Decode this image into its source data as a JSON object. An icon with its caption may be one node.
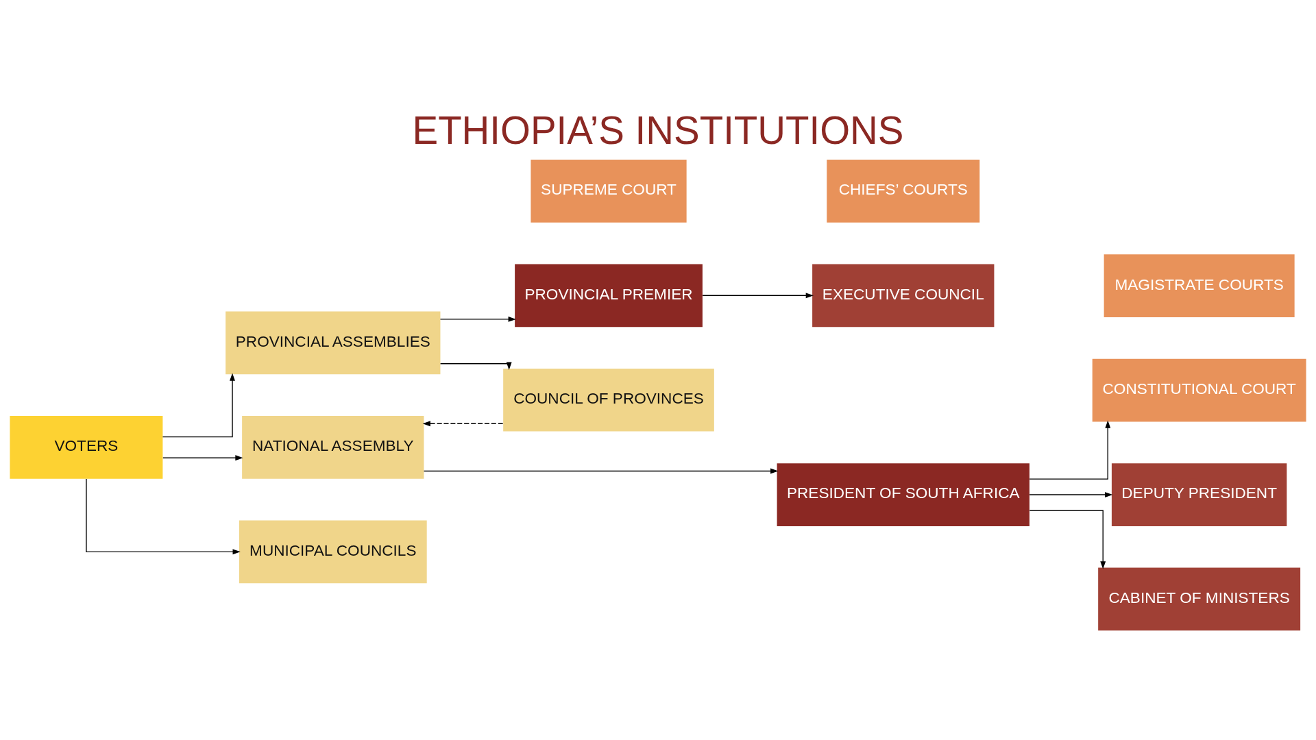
{
  "diagram": {
    "title": "ETHIOPIA’S INSTITUTIONS",
    "nodes": [
      {
        "text": [
          "VOTERS"
        ]
      },
      {
        "text": [
          "PROVINCIAL ASSEMBLIES"
        ]
      },
      {
        "text": [
          "NATIONAL ASSEMBLY"
        ]
      },
      {
        "text": [
          "MUNICIPAL COUNCILS"
        ]
      },
      {
        "text": [
          "COUNCIL OF PROVINCES"
        ]
      },
      {
        "text": [
          "PRESIDENT OF SOUTH AFRICA"
        ]
      },
      {
        "text": [
          "PROVINCIAL PREMIER"
        ]
      },
      {
        "text": [
          "EXECUTIVE COUNCIL"
        ]
      },
      {
        "text": [
          "CONSTITUTIONAL COURT"
        ]
      },
      {
        "text": [
          "DEPUTY PRESIDENT"
        ]
      },
      {
        "text": [
          "CABINET OF MINISTERS"
        ]
      },
      {
        "text": [
          "SUPREME COURT"
        ]
      },
      {
        "text": [
          "CHIEFS’ COURTS"
        ]
      },
      {
        "text": [
          "MAGISTRATE COURTS"
        ]
      }
    ],
    "edges": [
      {
        "from": 0,
        "to": 1,
        "arrow": "to"
      },
      {
        "from": 0,
        "to": 2,
        "arrow": "to"
      },
      {
        "from": 0,
        "to": 3,
        "arrow": "to"
      },
      {
        "from": 1,
        "to": 6,
        "arrow": "to"
      },
      {
        "from": 1,
        "to": 4,
        "arrow": "to"
      },
      {
        "from": 4,
        "to": 2,
        "arrow": "to",
        "style": "dashed"
      },
      {
        "from": 2,
        "to": 5,
        "arrow": "to"
      },
      {
        "from": 6,
        "to": 7,
        "arrow": "to"
      },
      {
        "from": 5,
        "to": 8,
        "arrow": "to"
      },
      {
        "from": 5,
        "to": 9,
        "arrow": "to"
      },
      {
        "from": 5,
        "to": 10,
        "arrow": "to"
      }
    ]
  }
}
